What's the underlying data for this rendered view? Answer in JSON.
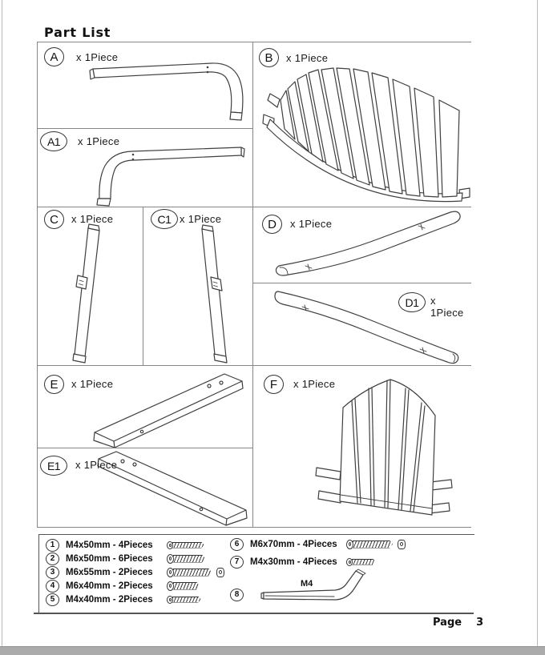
{
  "page": {
    "title": "Part List",
    "footer_label": "Page",
    "footer_number": "3"
  },
  "parts": {
    "a": {
      "id": "A",
      "qty": "x 1Piece"
    },
    "a1": {
      "id": "A1",
      "qty": "x 1Piece"
    },
    "b": {
      "id": "B",
      "qty": "x 1Piece"
    },
    "c": {
      "id": "C",
      "qty": "x 1Piece"
    },
    "c1": {
      "id": "C1",
      "qty": "x 1Piece"
    },
    "d": {
      "id": "D",
      "qty": "x 1Piece"
    },
    "d1": {
      "id": "D1",
      "qty": "x 1Piece"
    },
    "e": {
      "id": "E",
      "qty": "x 1Piece"
    },
    "e1": {
      "id": "E1",
      "qty": "x 1Piece"
    },
    "f": {
      "id": "F",
      "qty": "x 1Piece"
    }
  },
  "hardware": {
    "items": [
      {
        "num": "1",
        "label": "M4x50mm - 4Pieces",
        "icon": "screw-icon"
      },
      {
        "num": "2",
        "label": "M6x50mm - 6Pieces",
        "icon": "screw-icon"
      },
      {
        "num": "3",
        "label": "M6x55mm - 2Pieces",
        "icon": "screw-and-barrel-nut-icon"
      },
      {
        "num": "4",
        "label": "M6x40mm - 2Pieces",
        "icon": "screw-icon"
      },
      {
        "num": "5",
        "label": "M4x40mm - 2Pieces",
        "icon": "screw-icon"
      },
      {
        "num": "6",
        "label": "M6x70mm - 4Pieces",
        "icon": "screw-and-barrel-nut-icon"
      },
      {
        "num": "7",
        "label": "M4x30mm - 4Pieces",
        "icon": "screw-icon"
      },
      {
        "num": "8",
        "label": "",
        "icon": "allen-key-icon"
      }
    ],
    "allen_key_label": "M4"
  },
  "colors": {
    "ink": "#3f3f3f",
    "grid": "#868686",
    "page_edge": "#ababab"
  }
}
